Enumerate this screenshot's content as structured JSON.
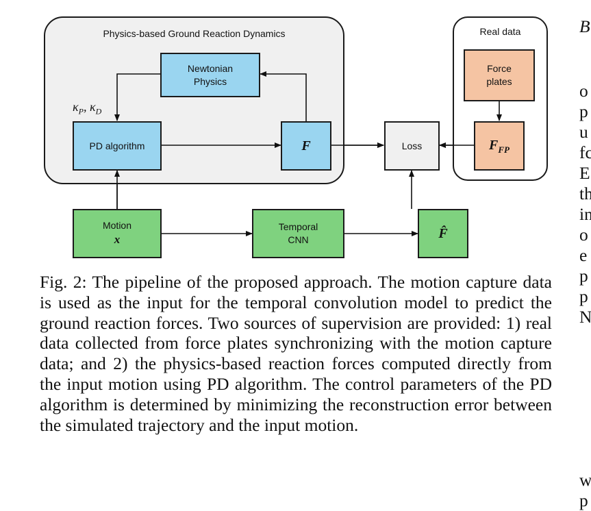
{
  "figure": {
    "physics_panel_title": "Physics-based Ground Reaction Dynamics",
    "real_panel_title": "Real data",
    "nodes": {
      "newtonian": [
        "Newtonian",
        "Physics"
      ],
      "pd": "PD algorithm",
      "f": "F",
      "loss": "Loss",
      "force_plates": [
        "Force",
        "plates"
      ],
      "f_fp_main": "F",
      "f_fp_sub": "FP",
      "motion": [
        "Motion",
        "x"
      ],
      "tcnn": [
        "Temporal",
        "CNN"
      ],
      "f_hat": "F̂"
    },
    "gain_label": {
      "k": "κ",
      "sub_p": "P",
      "sep": ", ",
      "sub_d": "D"
    }
  },
  "caption": "Fig. 2: The pipeline of the proposed approach. The motion capture data is used as the input for the temporal convolution model to predict the ground reaction forces. Two sources of supervision are provided: 1) real data collected from force plates synchronizing with the motion capture data; and 2) the physics-based reaction forces computed directly from the input motion using PD algorithm. The control parameters of the PD algorithm is determined by minimizing the reconstruction error between the simulated trajectory and the input motion.",
  "right_column": {
    "heading": "B",
    "lines": [
      "o",
      "p",
      "u",
      "fc",
      "E",
      "th",
      "in",
      "o",
      "e",
      "p",
      "p",
      "N"
    ],
    "bottom": [
      "w",
      "p"
    ]
  }
}
